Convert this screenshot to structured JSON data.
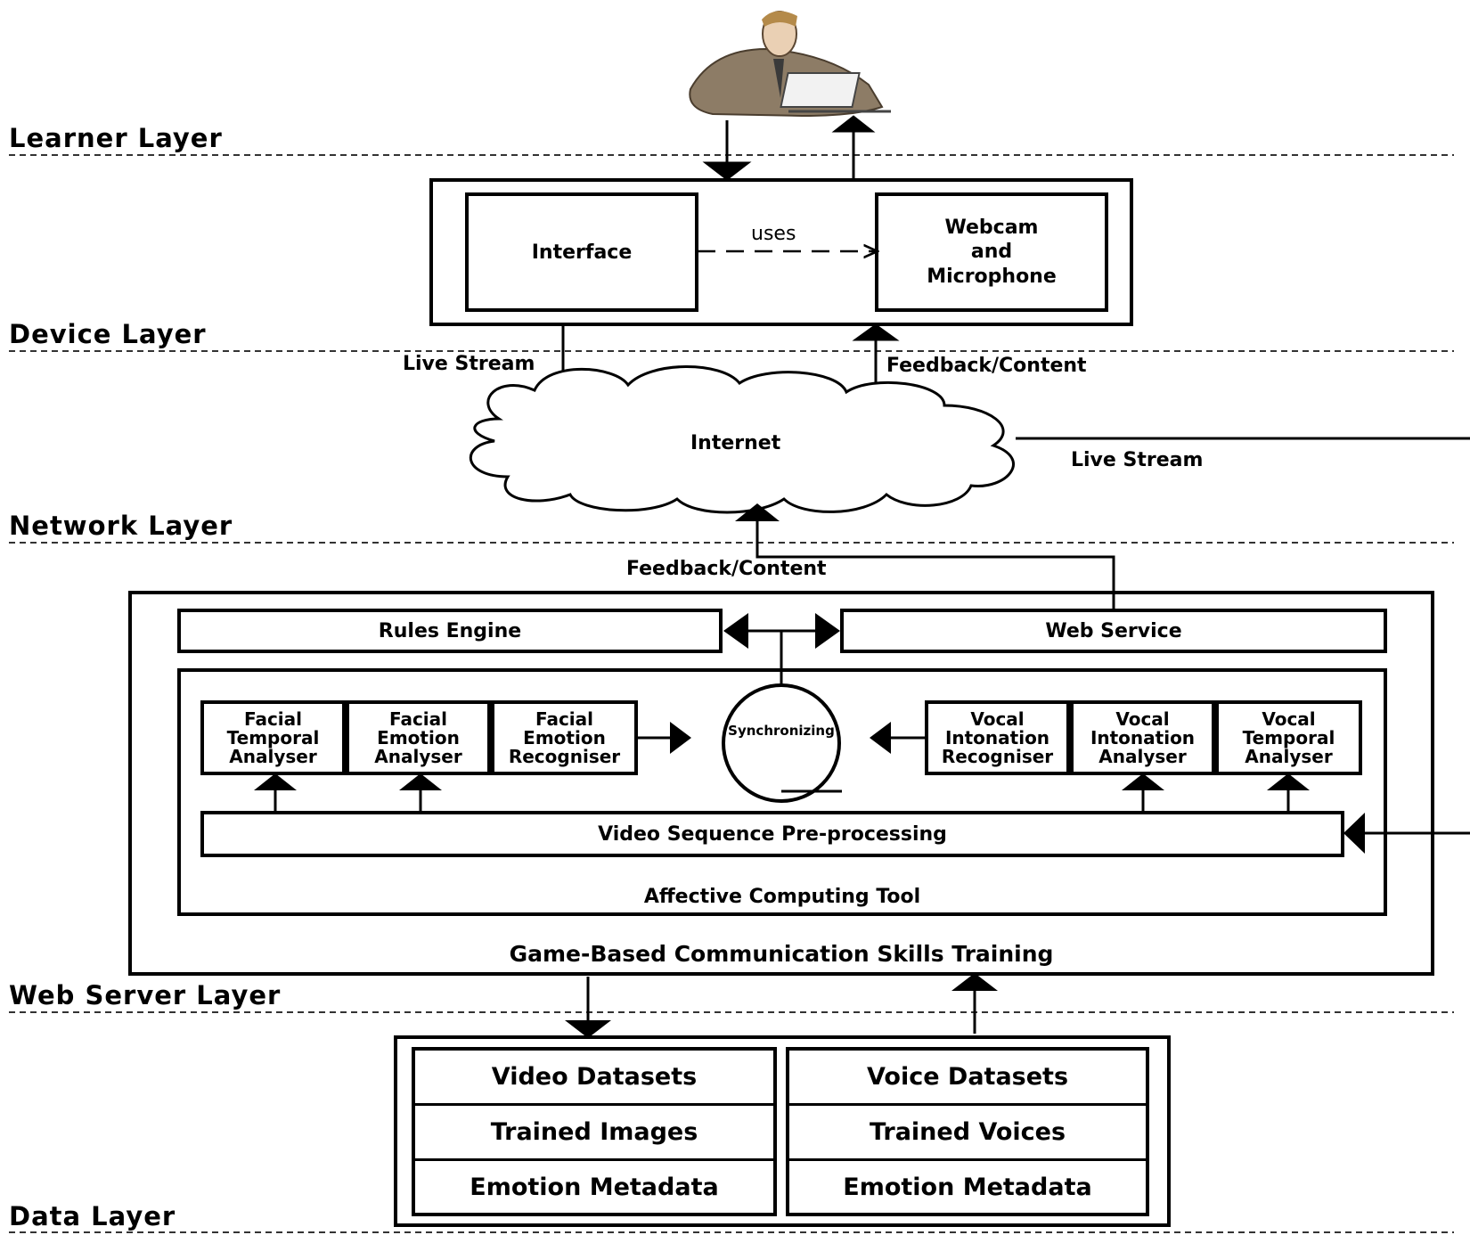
{
  "layers": {
    "learner": "Learner Layer",
    "device": "Device Layer",
    "network": "Network Layer",
    "web_server": "Web Server Layer",
    "data": "Data Layer"
  },
  "device": {
    "interface": "Interface",
    "uses": "uses",
    "webcam": "Webcam\nand\nMicrophone"
  },
  "network": {
    "live_stream_in": "Live Stream",
    "feedback_out": "Feedback/Content",
    "internet": "Internet",
    "live_stream_side": "Live Stream",
    "feedback_from_server": "Feedback/Content"
  },
  "server": {
    "rules_engine": "Rules Engine",
    "web_service": "Web Service",
    "facial_temporal": "Facial\nTemporal\nAnalyser",
    "facial_emotion_analyser": "Facial\nEmotion\nAnalyser",
    "facial_emotion_recogniser": "Facial\nEmotion\nRecogniser",
    "synchronizing": "Synchronizing",
    "vocal_intonation_recogniser": "Vocal\nIntonation\nRecogniser",
    "vocal_intonation_analyser": "Vocal\nIntonation\nAnalyser",
    "vocal_temporal": "Vocal\nTemporal\nAnalyser",
    "video_preprocessing": "Video Sequence Pre-processing",
    "affective_tool": "Affective Computing Tool",
    "game_training": "Game-Based Communication Skills Training"
  },
  "data_layer": {
    "video": [
      "Video Datasets",
      "Trained Images",
      "Emotion Metadata"
    ],
    "voice": [
      "Voice Datasets",
      "Trained Voices",
      "Emotion Metadata"
    ]
  }
}
